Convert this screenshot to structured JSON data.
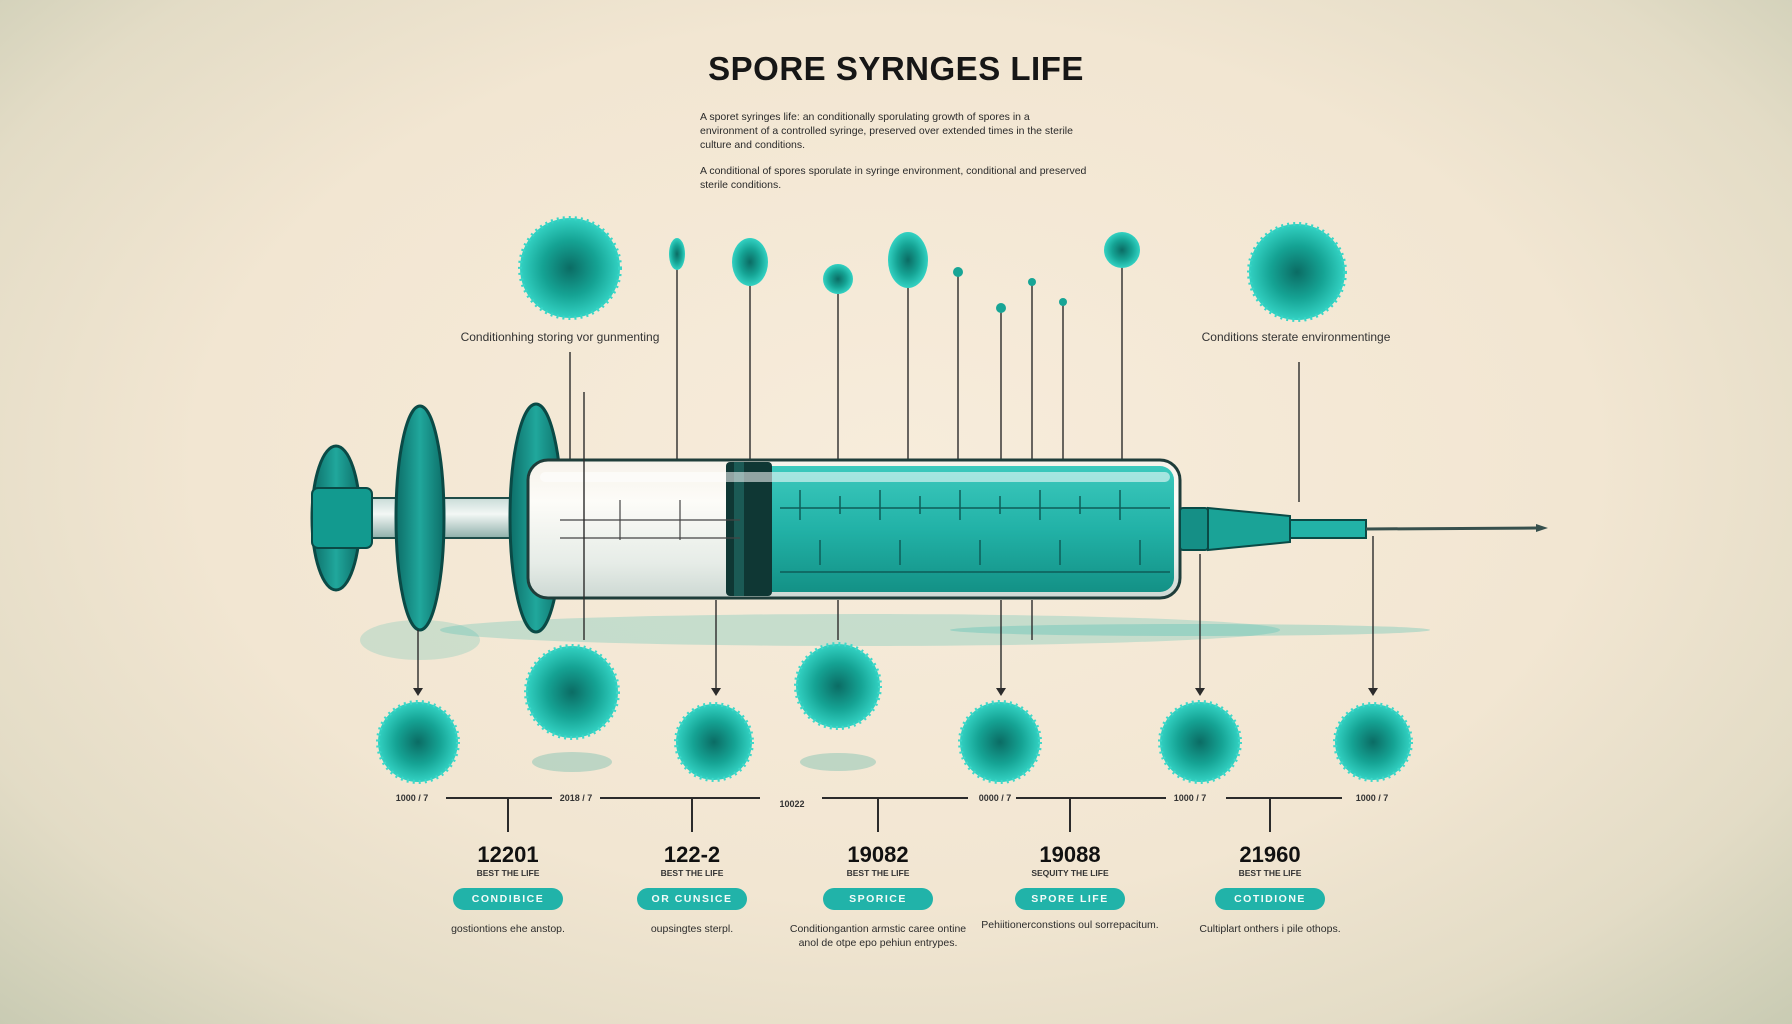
{
  "title": "SPORE SYRNGES LIFE",
  "intro": [
    "A sporet syringes life: an conditionally sporulating growth of spores in a environment of a controlled syringe, preserved over extended times in the sterile culture and conditions.",
    "A conditional of spores sporulate in syringe environment, conditional and preserved sterile conditions."
  ],
  "callouts": {
    "left": "Conditionhing storing vor gunmenting",
    "right": "Conditions sterate environmentinge"
  },
  "timeline": {
    "ticks": [
      "1000 / 7",
      "2018 / 7",
      "10022",
      "0000 / 7",
      "1000 / 7",
      "1000 / 7"
    ],
    "milestones": [
      {
        "year": "12201",
        "subtitle": "BEST THE LIFE",
        "tag": "CONDIBICE",
        "description": "gostiontions ehe anstop."
      },
      {
        "year": "122-2",
        "subtitle": "BEST THE LIFE",
        "tag": "OR CUNSICE",
        "description": "oupsingtes sterpl."
      },
      {
        "year": "19082",
        "subtitle": "BEST THE LIFE",
        "tag": "SPORICE",
        "description": "Conditiongantion armstic caree ontine anol de otpe epo pehiun entrypes."
      },
      {
        "year": "19088",
        "subtitle": "SEQUITY THE LIFE",
        "tag": "SPORE LIFE",
        "description": "Pehiitionerconstions oul sorrepacitum."
      },
      {
        "year": "21960",
        "subtitle": "BEST THE LIFE",
        "tag": "COTIDIONE",
        "description": "Cultiplart onthers i pile othops."
      }
    ]
  },
  "colors": {
    "teal": "#21b3a9",
    "teal_dark": "#0e6f6a",
    "spore": "#1cae9f",
    "ink": "#161616",
    "paper": "#f5ead7"
  },
  "icons": [
    "spore-icon",
    "syringe-illustration",
    "needle-icon",
    "plunger-icon"
  ]
}
